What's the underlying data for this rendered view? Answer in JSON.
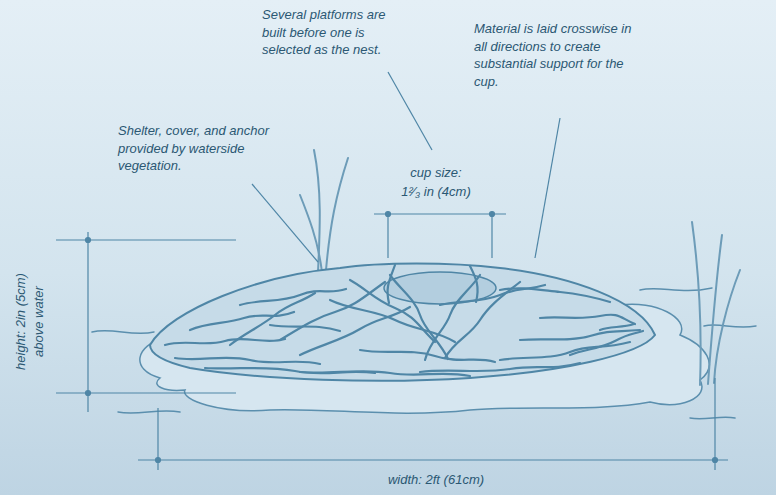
{
  "diagram": {
    "labels": [
      "Several platforms are built before one is selected as the nest.",
      "Shelter, cover, and anchor provided by waterside vegetation.",
      "Material is laid crosswise in all directions to create substantial support for the cup.",
      "cup size:",
      "1²⁄₃ in (4cm)",
      "height: 2in (5cm) above water",
      "width: 2ft (61cm)"
    ]
  }
}
